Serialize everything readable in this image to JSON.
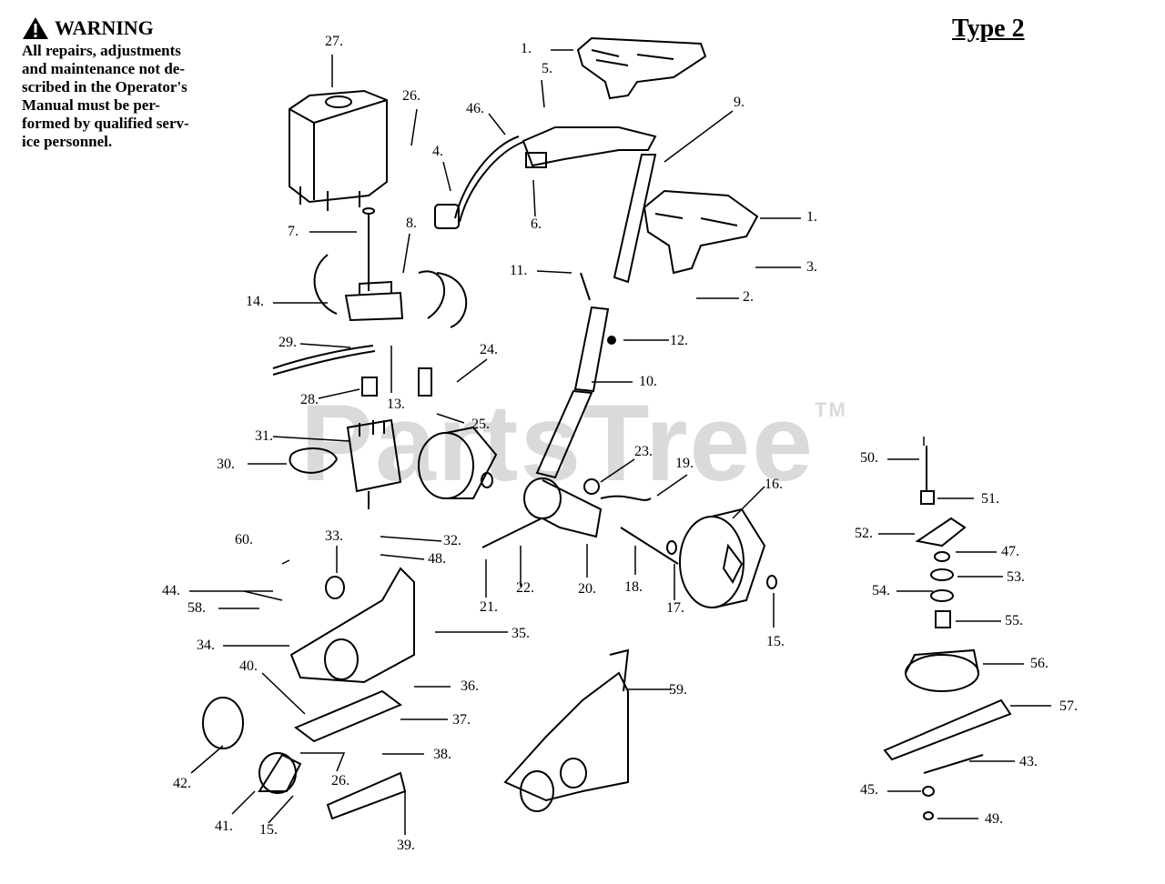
{
  "warning": {
    "title": "WARNING",
    "lines": [
      "All repairs, adjustments",
      "and maintenance not de-",
      "scribed in the Operator's",
      "Manual must be per-",
      "formed by qualified serv-",
      "ice personnel."
    ]
  },
  "type_label": "Type  2",
  "watermark": {
    "text": "PartsTree",
    "tm": "TM"
  },
  "callouts": [
    {
      "id": "c1a",
      "label": "1."
    },
    {
      "id": "c1b",
      "label": "1."
    },
    {
      "id": "c2",
      "label": "2."
    },
    {
      "id": "c3",
      "label": "3."
    },
    {
      "id": "c4",
      "label": "4."
    },
    {
      "id": "c5",
      "label": "5."
    },
    {
      "id": "c6",
      "label": "6."
    },
    {
      "id": "c7",
      "label": "7."
    },
    {
      "id": "c8",
      "label": "8."
    },
    {
      "id": "c9",
      "label": "9."
    },
    {
      "id": "c10",
      "label": "10."
    },
    {
      "id": "c11",
      "label": "11."
    },
    {
      "id": "c12",
      "label": "12."
    },
    {
      "id": "c13",
      "label": "13."
    },
    {
      "id": "c14",
      "label": "14."
    },
    {
      "id": "c15a",
      "label": "15."
    },
    {
      "id": "c15b",
      "label": "15."
    },
    {
      "id": "c16",
      "label": "16."
    },
    {
      "id": "c17",
      "label": "17."
    },
    {
      "id": "c18",
      "label": "18."
    },
    {
      "id": "c19",
      "label": "19."
    },
    {
      "id": "c20",
      "label": "20."
    },
    {
      "id": "c21",
      "label": "21."
    },
    {
      "id": "c22",
      "label": "22."
    },
    {
      "id": "c23",
      "label": "23."
    },
    {
      "id": "c24",
      "label": "24."
    },
    {
      "id": "c25",
      "label": "25."
    },
    {
      "id": "c26a",
      "label": "26."
    },
    {
      "id": "c26b",
      "label": "26."
    },
    {
      "id": "c27",
      "label": "27."
    },
    {
      "id": "c28",
      "label": "28."
    },
    {
      "id": "c29",
      "label": "29."
    },
    {
      "id": "c30",
      "label": "30."
    },
    {
      "id": "c31",
      "label": "31."
    },
    {
      "id": "c32",
      "label": "32."
    },
    {
      "id": "c33",
      "label": "33."
    },
    {
      "id": "c34",
      "label": "34."
    },
    {
      "id": "c35",
      "label": "35."
    },
    {
      "id": "c36",
      "label": "36."
    },
    {
      "id": "c37",
      "label": "37."
    },
    {
      "id": "c38",
      "label": "38."
    },
    {
      "id": "c39",
      "label": "39."
    },
    {
      "id": "c40",
      "label": "40."
    },
    {
      "id": "c41",
      "label": "41."
    },
    {
      "id": "c42",
      "label": "42."
    },
    {
      "id": "c43",
      "label": "43."
    },
    {
      "id": "c44",
      "label": "44."
    },
    {
      "id": "c45",
      "label": "45."
    },
    {
      "id": "c46",
      "label": "46."
    },
    {
      "id": "c47",
      "label": "47."
    },
    {
      "id": "c48",
      "label": "48."
    },
    {
      "id": "c49",
      "label": "49."
    },
    {
      "id": "c50",
      "label": "50."
    },
    {
      "id": "c51",
      "label": "51."
    },
    {
      "id": "c52",
      "label": "52."
    },
    {
      "id": "c53",
      "label": "53."
    },
    {
      "id": "c54",
      "label": "54."
    },
    {
      "id": "c55",
      "label": "55."
    },
    {
      "id": "c56",
      "label": "56."
    },
    {
      "id": "c57",
      "label": "57."
    },
    {
      "id": "c58",
      "label": "58."
    },
    {
      "id": "c59",
      "label": "59."
    },
    {
      "id": "c60",
      "label": "60."
    }
  ]
}
